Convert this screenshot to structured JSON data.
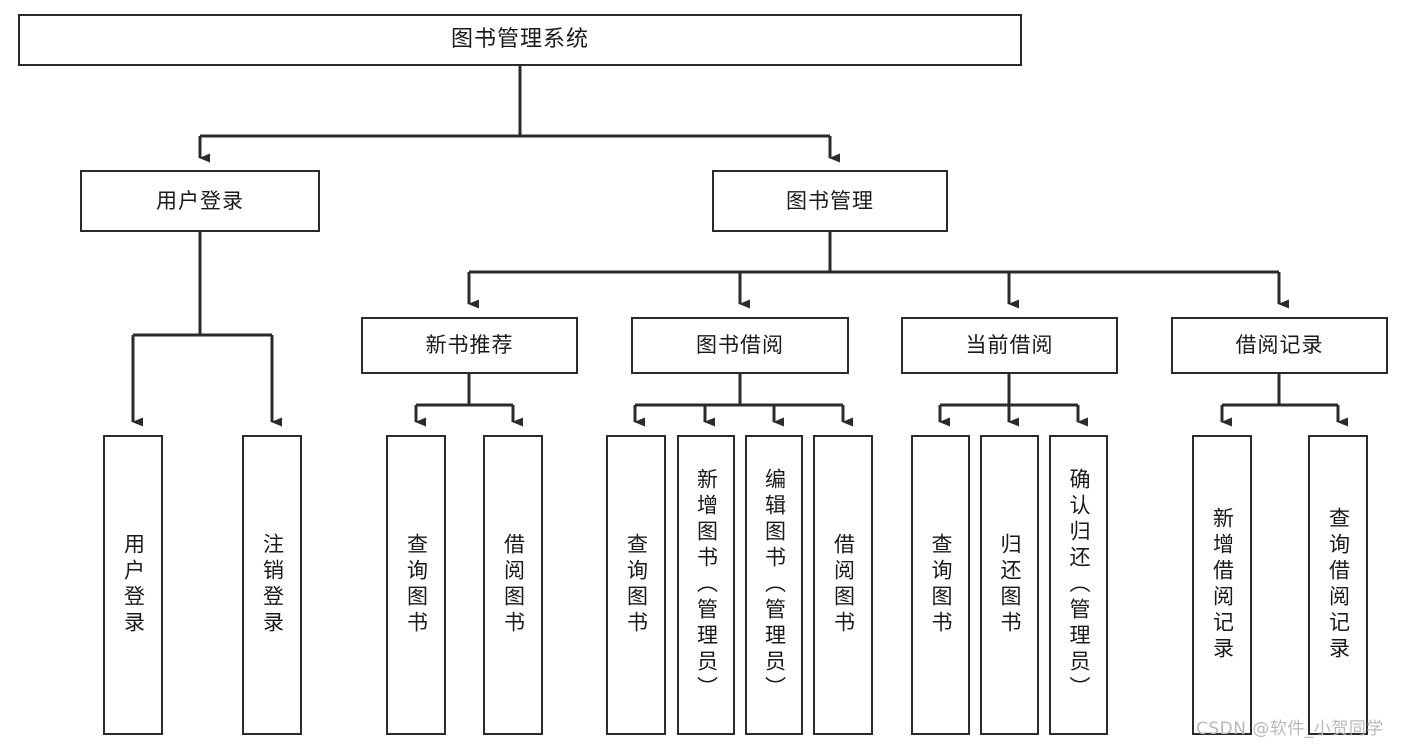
{
  "diagram": {
    "title": "图书管理系统",
    "type": "tree",
    "watermark": "CSDN @软件_小贺同学",
    "colors": {
      "background": "#ffffff",
      "box_border": "#2b2b2b",
      "box_fill": "#ffffff",
      "connector": "#2b2b2b",
      "text": "#1a1a1a",
      "watermark": "#b9b9b9"
    },
    "nodes": {
      "root": {
        "label": "图书管理系统"
      },
      "level2": [
        {
          "id": "user-login",
          "label": "用户登录"
        },
        {
          "id": "book-manage",
          "label": "图书管理"
        }
      ],
      "level3": [
        {
          "id": "new-book-recommend",
          "label": "新书推荐"
        },
        {
          "id": "book-borrow",
          "label": "图书借阅"
        },
        {
          "id": "current-borrow",
          "label": "当前借阅"
        },
        {
          "id": "borrow-record",
          "label": "借阅记录"
        }
      ],
      "leaves": {
        "user_login": [
          {
            "id": "leaf-user-login",
            "label": "用户登录"
          },
          {
            "id": "leaf-logout-login",
            "label": "注销登录"
          }
        ],
        "new_book_recommend": [
          {
            "id": "leaf-query-book-1",
            "label": "查询图书"
          },
          {
            "id": "leaf-borrow-book-1",
            "label": "借阅图书"
          }
        ],
        "book_borrow": [
          {
            "id": "leaf-query-book-2",
            "label": "查询图书"
          },
          {
            "id": "leaf-add-book",
            "label": "新增图书（管理员）"
          },
          {
            "id": "leaf-edit-book",
            "label": "编辑图书（管理员）"
          },
          {
            "id": "leaf-borrow-book-2",
            "label": "借阅图书"
          }
        ],
        "current_borrow": [
          {
            "id": "leaf-query-book-3",
            "label": "查询图书"
          },
          {
            "id": "leaf-return-book",
            "label": "归还图书"
          },
          {
            "id": "leaf-confirm-return",
            "label": "确认归还（管理员）"
          }
        ],
        "borrow_record": [
          {
            "id": "leaf-add-record",
            "label": "新增借阅记录"
          },
          {
            "id": "leaf-query-record",
            "label": "查询借阅记录"
          }
        ]
      }
    }
  }
}
